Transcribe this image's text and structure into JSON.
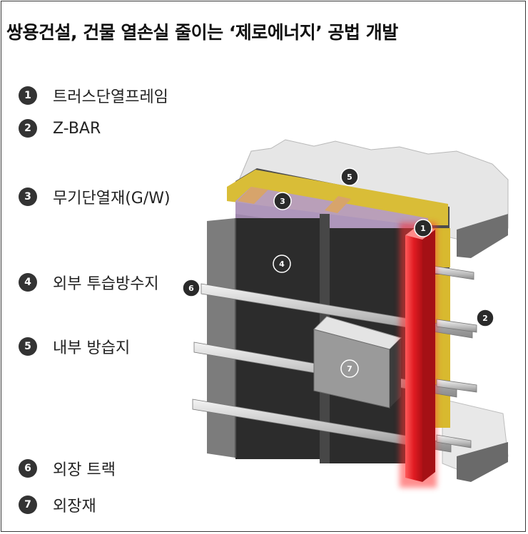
{
  "title": "쌍용건설, 건물 열손실 줄이는 ‘제로에너지’ 공법 개발",
  "legend": [
    {
      "num": "1",
      "label": "트러스단열프레임"
    },
    {
      "num": "2",
      "label": "Z-BAR"
    },
    {
      "num": "3",
      "label": "무기단열재(G/W)"
    },
    {
      "num": "4",
      "label": "외부 투습방수지"
    },
    {
      "num": "5",
      "label": "내부 방습지"
    },
    {
      "num": "6",
      "label": "외장 트랙"
    },
    {
      "num": "7",
      "label": "외장재"
    }
  ],
  "callouts": [
    "1",
    "2",
    "3",
    "4",
    "5",
    "6",
    "7"
  ],
  "colors": {
    "frame": "#e8323b",
    "insulation": "#e0c43a",
    "membrane": "#2e2e2e",
    "vapor": "#b89fc6"
  }
}
